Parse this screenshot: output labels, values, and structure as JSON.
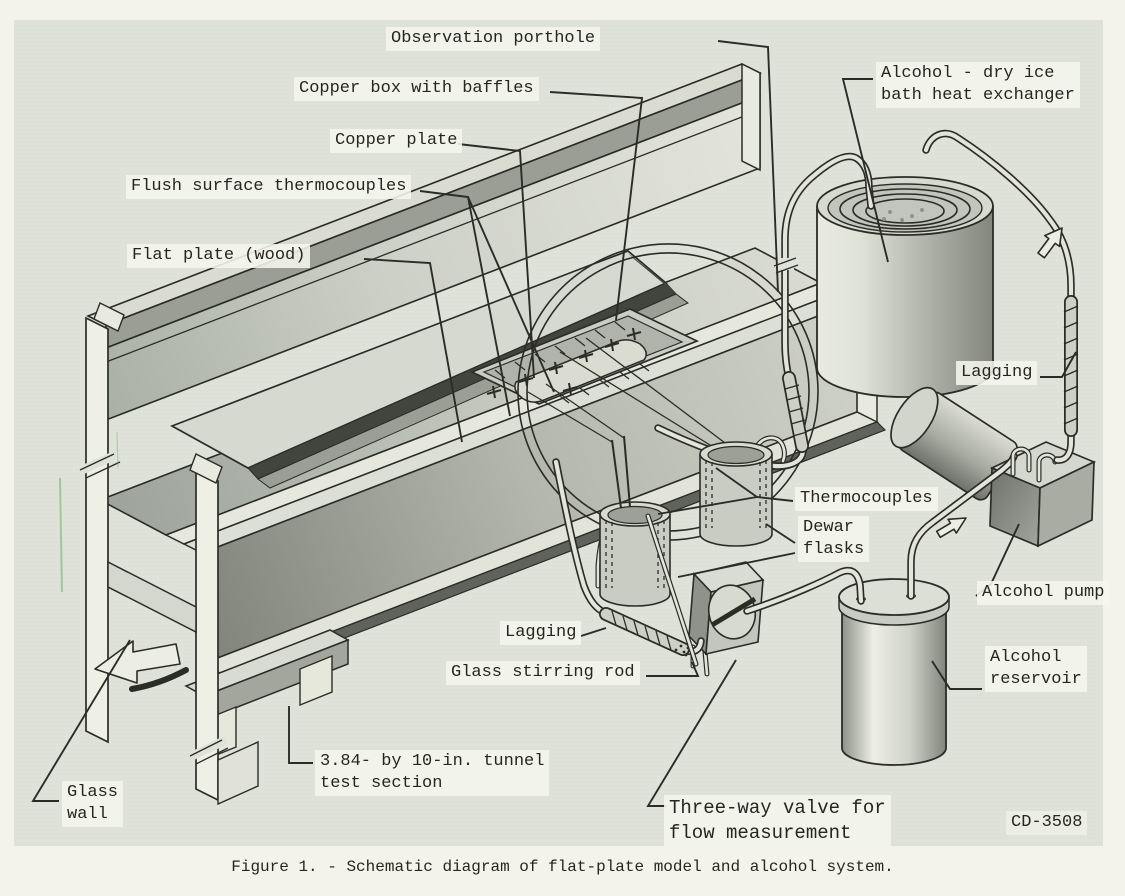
{
  "figure": {
    "caption": "Figure 1. - Schematic diagram of flat-plate model and alcohol system.",
    "drawing_number": "CD-3508"
  },
  "colors": {
    "paper": "#f3f3eb",
    "photo_background": "#dfe2d8",
    "ink": "#2c2c27",
    "scan_artifact_green": "#6fae6b"
  },
  "labels": [
    {
      "id": "observation-porthole",
      "text": "Observation porthole"
    },
    {
      "id": "copper-box",
      "text": "Copper box with baffles"
    },
    {
      "id": "copper-plate",
      "text": "Copper plate"
    },
    {
      "id": "flush-thermocouples",
      "text": "Flush surface thermocouples"
    },
    {
      "id": "flat-plate",
      "text": "Flat plate (wood)"
    },
    {
      "id": "heat-exchanger",
      "text": "Alcohol - dry ice\nbath heat exchanger"
    },
    {
      "id": "lagging-right",
      "text": "Lagging"
    },
    {
      "id": "thermocouples",
      "text": "Thermocouples"
    },
    {
      "id": "dewar-flasks",
      "text": "Dewar\nflasks"
    },
    {
      "id": "alcohol-pump",
      "text": "Alcohol pump"
    },
    {
      "id": "lagging-left",
      "text": "Lagging"
    },
    {
      "id": "glass-stirring-rod",
      "text": "Glass stirring rod"
    },
    {
      "id": "tunnel-test-section",
      "text": "3.84- by 10-in. tunnel\ntest section"
    },
    {
      "id": "three-way-valve",
      "text": "Three-way valve for\nflow measurement"
    },
    {
      "id": "alcohol-reservoir",
      "text": "Alcohol\nreservoir"
    },
    {
      "id": "glass-wall",
      "text": "Glass\nwall"
    }
  ]
}
